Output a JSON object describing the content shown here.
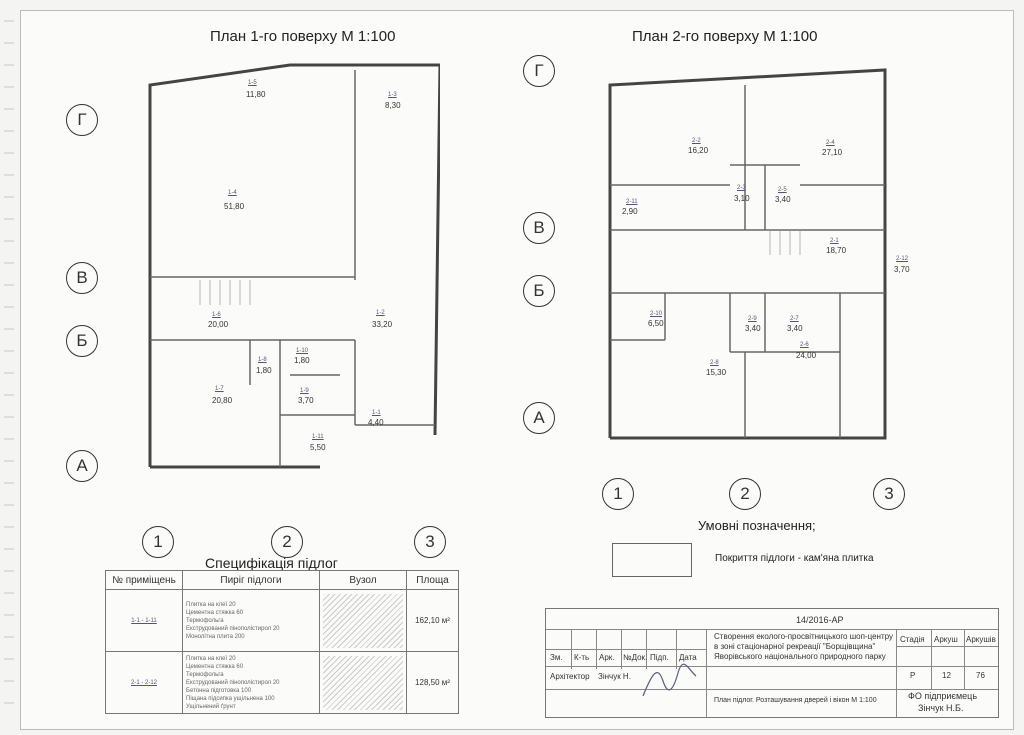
{
  "plan1": {
    "title": "План 1-го поверху М 1:100",
    "axes_rows": [
      "Г",
      "В",
      "Б",
      "А"
    ],
    "axes_cols": [
      "1",
      "2",
      "3"
    ],
    "rooms": [
      {
        "no": "1-5",
        "area": "11,80"
      },
      {
        "no": "1-3",
        "area": "8,30"
      },
      {
        "no": "1-4",
        "area": "51,80"
      },
      {
        "no": "1-6",
        "area": "20,00"
      },
      {
        "no": "1-2",
        "area": "33,20"
      },
      {
        "no": "1-8",
        "area": "1,80"
      },
      {
        "no": "1-10",
        "area": "1,80"
      },
      {
        "no": "1-7",
        "area": "20,80"
      },
      {
        "no": "1-9",
        "area": "3,70"
      },
      {
        "no": "1-1",
        "area": "4,40"
      },
      {
        "no": "1-11",
        "area": "5,50"
      }
    ]
  },
  "plan2": {
    "title": "План 2-го поверху М 1:100",
    "axes_rows": [
      "Г",
      "В",
      "Б",
      "А"
    ],
    "axes_cols": [
      "1",
      "2",
      "3"
    ],
    "rooms": [
      {
        "no": "2-2",
        "area": "16,20"
      },
      {
        "no": "2-4",
        "area": "27,10"
      },
      {
        "no": "2-11",
        "area": "2,90"
      },
      {
        "no": "2-3",
        "area": "3,10"
      },
      {
        "no": "2-5",
        "area": "3,40"
      },
      {
        "no": "2-1",
        "area": "18,70"
      },
      {
        "no": "2-12",
        "area": "3,70"
      },
      {
        "no": "2-10",
        "area": "6,50"
      },
      {
        "no": "2-9",
        "area": "3,40"
      },
      {
        "no": "2-7",
        "area": "3,40"
      },
      {
        "no": "2-6",
        "area": "24,00"
      },
      {
        "no": "2-8",
        "area": "15,30"
      }
    ]
  },
  "legend": {
    "title": "Умовні позначення;",
    "item": "Покриття підлоги - кам'яна плитка"
  },
  "spec": {
    "title": "Специфікація підлог",
    "headers": [
      "№ приміщень",
      "Пиріг підлоги",
      "Вузол",
      "Площа"
    ],
    "rows": [
      {
        "rooms": "1-1 - 1-11",
        "layers": [
          "Плитка на клеї 20",
          "Цементна стяжка 60",
          "Термофольга",
          "Екструдований пінополістирол 20",
          "Монолітна плита 200"
        ],
        "area": "162,10 м²"
      },
      {
        "rooms": "2-1 - 2-12",
        "layers": [
          "Плитка на клеї 20",
          "Цементна стяжка 60",
          "Термофольга",
          "Екструдований пінополістирол 20",
          "Бетонна підготовка 100",
          "Піщана підсипка ущільнена 100",
          "Ущільнений ґрунт"
        ],
        "area": "128,50 м²"
      }
    ]
  },
  "stamp": {
    "code": "14/2016-АР",
    "col_headers": [
      "Зм.",
      "К-ть",
      "Арк.",
      "№Док.",
      "Підп.",
      "Дата"
    ],
    "role": "Архітектор",
    "person": "Зінчук Н.",
    "project_lines": [
      "Створення еколого-просвітницького шоп-центру",
      "в зоні стаціонарної рекреації \"Борщівщина\"",
      "Яворівського національного природного парку"
    ],
    "stage_headers": [
      "Стадія",
      "Аркуш",
      "Аркушів"
    ],
    "stage_values": [
      "Р",
      "12",
      "76"
    ],
    "sheet_name": "План підлог. Розташування дверей і вікон М 1:100",
    "org_lines": [
      "ФО підприємець",
      "Зінчук Н.Б."
    ]
  }
}
